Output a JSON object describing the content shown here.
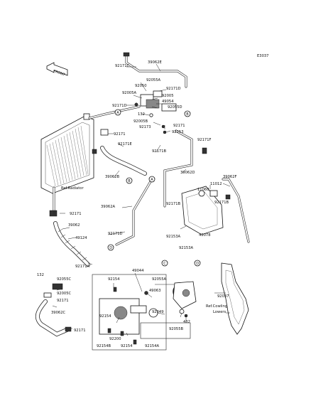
{
  "diagram_code": "E3037",
  "front_label": "FRONT",
  "circle_refs": [
    "A",
    "B",
    "C",
    "D"
  ],
  "parts": {
    "p92171C": "92171C",
    "p39062E": "39062E",
    "p92055A_top": "92055A",
    "p92050": "92050",
    "p92171D_top": "92171D",
    "p92005A": "92005A",
    "p92005": "92005",
    "p49054": "49054",
    "p92055D": "92055D",
    "p92171D_left": "92171D",
    "p132_top": "132",
    "p92005B": "92005B",
    "p92171_mid": "92171",
    "p92173": "92173",
    "p92153": "92153",
    "p92171_rad": "92171",
    "p92171E": "92171E",
    "p92171F": "92171F",
    "p92171B_mid": "92171B",
    "p39062B": "39062B",
    "p39062D": "39062D",
    "p39062F": "39062F",
    "p11012": "11012",
    "p11060": "11060",
    "p92171B_right": "92171B",
    "ref_radiator": "Ref.Radiator",
    "p92171_low": "92171",
    "p39062A": "39062A",
    "p92171B_tank": "92171B",
    "p39062": "39062",
    "p92153A_a": "92153A",
    "p43078": "43078",
    "p49124": "49124",
    "p92171D_low": "92171D",
    "p92153A_b": "92153A",
    "p92171A": "92171A",
    "p132_low": "132",
    "p92055C_a": "92055C",
    "p92005C": "92005C",
    "p92171_hose": "92171",
    "p39062C": "39062C",
    "p92171_end": "92171",
    "p92154_top": "92154",
    "p49044": "49044",
    "p92055A_pump": "92055A",
    "p49063": "49063",
    "p92049": "92049",
    "p92154_mid": "92154",
    "p92055B": "92055B",
    "p482": "482",
    "p92037": "92037",
    "ref_cowling": "Ref.Cowling",
    "ref_cowling2": "Lowers",
    "p92200": "92200",
    "p92154B": "92154B",
    "p92154": "92154",
    "p92154A": "92154A"
  }
}
